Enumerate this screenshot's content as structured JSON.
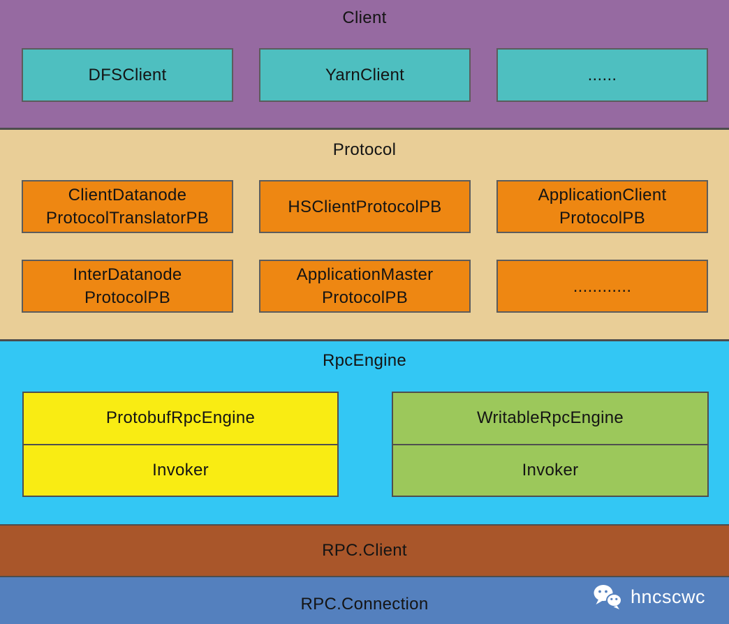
{
  "client": {
    "title": "Client",
    "boxes": [
      {
        "line1": "DFSClient"
      },
      {
        "line1": "YarnClient"
      },
      {
        "line1": "......"
      }
    ]
  },
  "protocol": {
    "title": "Protocol",
    "boxes": [
      {
        "line1": "ClientDatanode",
        "line2": "ProtocolTranslatorPB"
      },
      {
        "line1": "HSClientProtocolPB",
        "line2": ""
      },
      {
        "line1": "ApplicationClient",
        "line2": "ProtocolPB"
      },
      {
        "line1": "InterDatanode",
        "line2": "ProtocolPB"
      },
      {
        "line1": "ApplicationMaster",
        "line2": "ProtocolPB"
      },
      {
        "line1": "............",
        "line2": ""
      }
    ]
  },
  "rpc_engine": {
    "title": "RpcEngine",
    "engines": [
      {
        "name": "ProtobufRpcEngine",
        "invoker": "Invoker"
      },
      {
        "name": "WritableRpcEngine",
        "invoker": "Invoker"
      }
    ]
  },
  "rpc_client": {
    "title": "RPC.Client"
  },
  "rpc_connection": {
    "title": "RPC.Connection"
  },
  "watermark": {
    "label": "hncscwc",
    "icon": "wechat-icon"
  },
  "colors": {
    "client_layer": "#966AA1",
    "client_box": "#4EBFC0",
    "protocol_layer": "#E9CE97",
    "protocol_box": "#EE8712",
    "rpc_engine_layer": "#33C7F4",
    "protobuf_engine_box": "#F9EC13",
    "writable_engine_box": "#9CC85B",
    "rpc_client_layer": "#A9562A",
    "rpc_connection_layer": "#5480BE",
    "text": "#141414",
    "watermark_text": "#FFFFFF"
  }
}
